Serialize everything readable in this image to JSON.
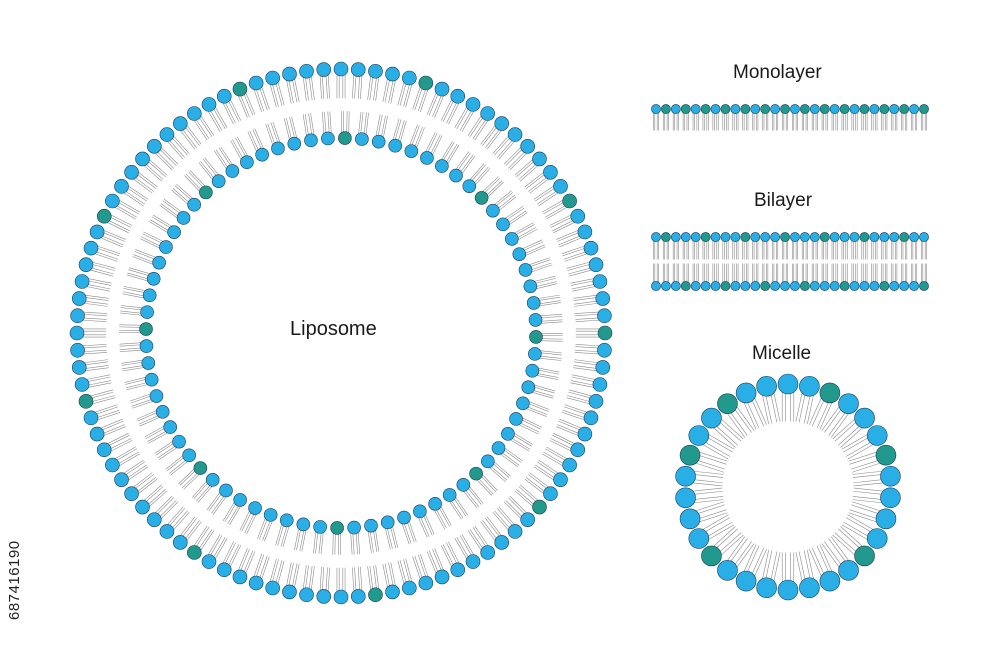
{
  "labels": {
    "liposome": "Liposome",
    "monolayer": "Monolayer",
    "bilayer": "Bilayer",
    "micelle": "Micelle"
  },
  "stock_id": "687416190",
  "colors": {
    "head_blue": "#29aee6",
    "head_teal": "#21998c",
    "outline": "#1d3d5a",
    "tail": "#8a8a8a"
  }
}
